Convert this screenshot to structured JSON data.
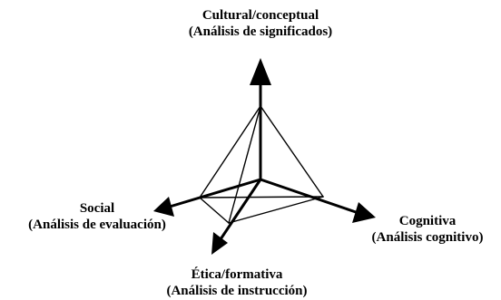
{
  "dimensions": {
    "top": {
      "name": "Cultural/conceptual",
      "analysis": "(Análisis de significados)"
    },
    "left": {
      "name": "Social",
      "analysis": "(Análisis de evaluación)"
    },
    "right": {
      "name": "Cognitiva",
      "analysis": "(Análisis cognitivo)"
    },
    "bottom": {
      "name": "Ética/formativa",
      "analysis": "(Análisis de instrucción)"
    }
  },
  "colors": {
    "line": "#000000",
    "background": "#ffffff"
  }
}
